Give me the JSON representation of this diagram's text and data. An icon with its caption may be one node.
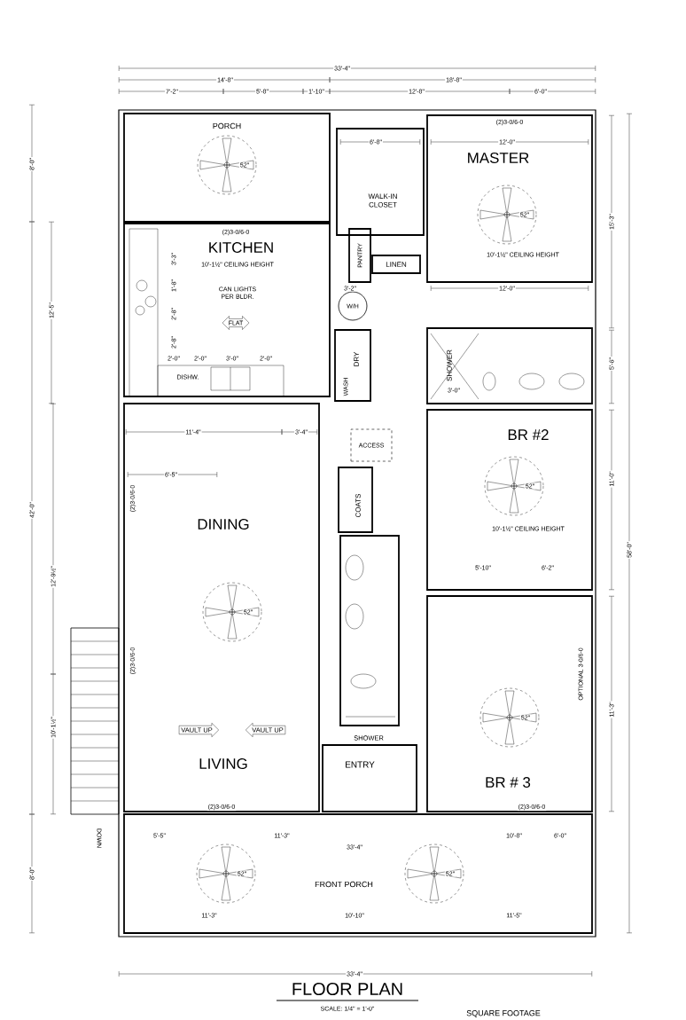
{
  "diagram": {
    "title": "FLOOR PLAN",
    "nodes": [
      {
        "text": [
          "PORCH"
        ]
      },
      {
        "text": [
          "MASTER",
          "10'-1½\" CEILING HEIGHT"
        ]
      },
      {
        "text": [
          "WALK-IN CLOSET"
        ]
      },
      {
        "text": [
          "KITCHEN",
          "10'-1½\" CEILING HEIGHT",
          "CAN LIGHTS PER BLDR."
        ]
      },
      {
        "text": [
          "PANTRY"
        ]
      },
      {
        "text": [
          "LINEN"
        ]
      },
      {
        "text": [
          "W/H"
        ]
      },
      {
        "text": [
          "DRY",
          "WASH"
        ]
      },
      {
        "text": [
          "SHOWER"
        ]
      },
      {
        "text": [
          "BR #2",
          "10'-1½\" CEILING HEIGHT"
        ]
      },
      {
        "text": [
          "ACCESS"
        ]
      },
      {
        "text": [
          "COATS"
        ]
      },
      {
        "text": [
          "DINING",
          "LIVING"
        ]
      },
      {
        "text": [
          "SHOWER"
        ]
      },
      {
        "text": [
          "ENTRY"
        ]
      },
      {
        "text": [
          "BR # 3"
        ]
      },
      {
        "text": [
          "FRONT PORCH"
        ]
      }
    ],
    "labels": [
      "33'-4\"",
      "14'-8\"",
      "18'-8\"",
      "7'-2\"",
      "5'-8\"",
      "1'-10\"",
      "12'-8\"",
      "6'-0\"",
      "(2)3-0/6-0",
      "6'-8\"",
      "12'-0\"",
      "8'-0\"",
      "52\"",
      "52\"",
      "15'-3\"",
      "(2)3-0/6-0",
      "3'-3\"",
      "1'-8\"",
      "3'-2\"",
      "12'-0\"",
      "12'-5\"",
      "2'-8\"",
      "FLAT",
      "2'-8\"",
      "2'-0\"",
      "2'-0\"",
      "3'-0\"",
      "2'-0\"",
      "5'-6\"",
      "DISHW.",
      "3'-0\"",
      "11'-4\"",
      "3'-4\"",
      "6'-5\"",
      "11'-0\"",
      "52\"",
      "(2)3-0/6-0",
      "42'-0\"",
      "58'-0\"",
      "5'-10\"",
      "6'-2\"",
      "12'-9½\"",
      "52\"",
      "(2)3-0/6-0",
      "OPTIONAL 3-0/6-0",
      "11'-3\"",
      "52\"",
      "10'-1½\"",
      "VAULT UP",
      "VAULT UP",
      "(2)3-0/6-0",
      "(2)3-0/6-0",
      "DOWN",
      "5'-5\"",
      "11'-3\"",
      "10'-8\"",
      "6'-0\"",
      "33'-4\"",
      "8'-0\"",
      "52\"",
      "52\"",
      "11'-3\"",
      "10'-10\"",
      "11'-5\"",
      "33'-4\"",
      "SCALE: 1/4\" = 1'-0\"",
      "SQUARE FOOTAGE"
    ]
  }
}
